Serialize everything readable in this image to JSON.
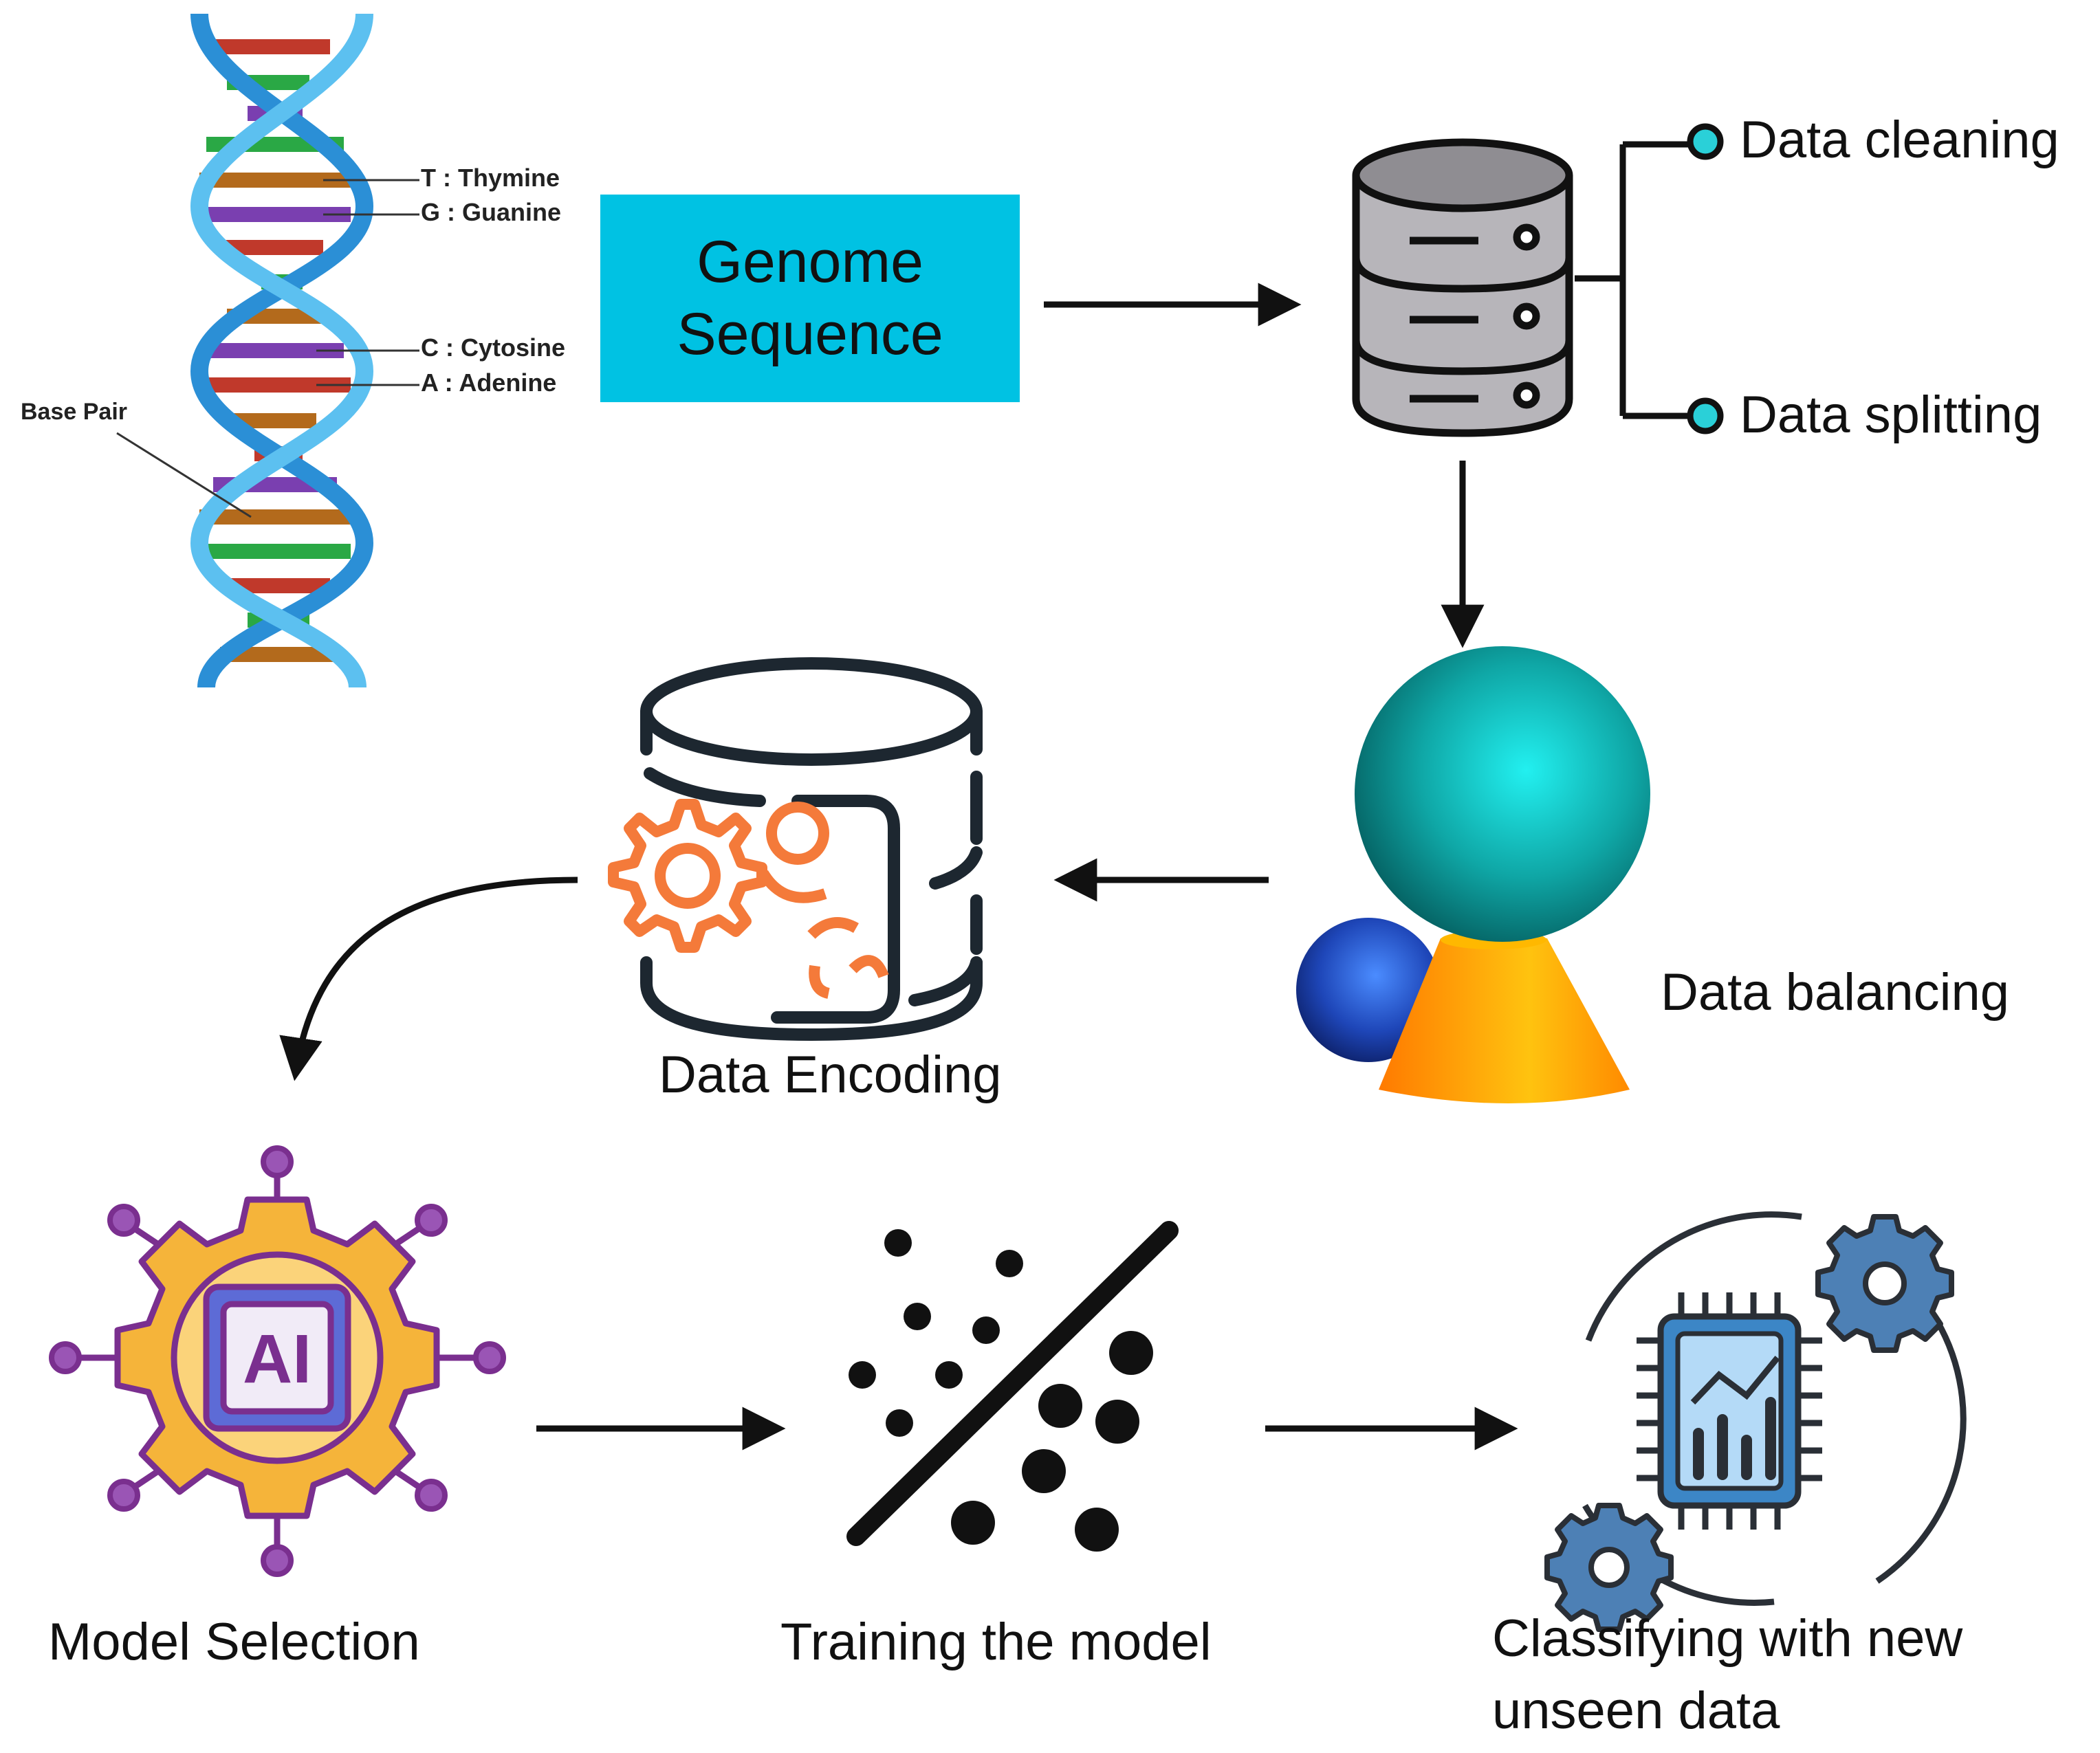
{
  "dna": {
    "base_labels": [
      "T : Thymine",
      "G : Guanine",
      "C : Cytosine",
      "A : Adenine"
    ],
    "base_pair_label": "Base Pair"
  },
  "genome_box": {
    "line1": "Genome",
    "line2": "Sequence"
  },
  "preprocessing": {
    "cleaning": "Data cleaning",
    "splitting": "Data splitting"
  },
  "steps": {
    "balancing": "Data balancing",
    "encoding": "Data Encoding",
    "model_selection": "Model Selection",
    "ai_badge": "AI",
    "training": "Training the model",
    "classifying_line1": "Classifying with new",
    "classifying_line2": "unseen data"
  },
  "colors": {
    "genome_box": "#00c2e3",
    "dot_accent": "#2ad0d8",
    "dna_helix": "#3aa3e3",
    "encoding_gear": "#f47a3a",
    "ai_gear": "#f5b43a",
    "ai_outline": "#7a2f8f",
    "sphere_teal": "#14b3b0",
    "sphere_blue": "#1f4fc2",
    "cone_orange": "#ff9d0a"
  },
  "icons": [
    "dna-helix-icon",
    "database-server-icon",
    "balancing-shapes-icon",
    "database-gear-icon",
    "ai-chip-gear-icon",
    "classification-scatter-icon",
    "cpu-chart-cycle-icon"
  ]
}
